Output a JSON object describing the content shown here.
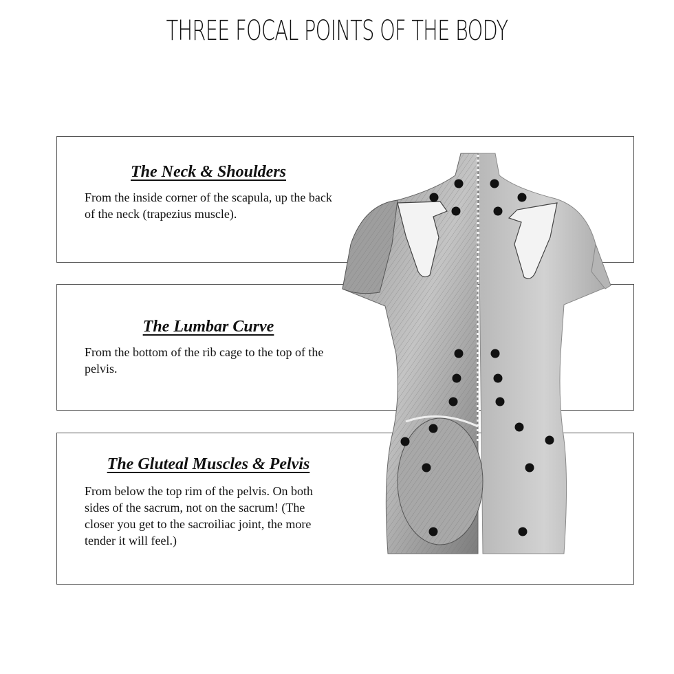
{
  "page": {
    "title": "THREE FOCAL POINTS OF THE BODY"
  },
  "sections": [
    {
      "heading": "The Neck & Shoulders",
      "body": "From the inside corner of the scapula, up the back of the neck (trapezius muscle)."
    },
    {
      "heading": "The Lumbar Curve",
      "body": "From the bottom of the rib cage to the top of the pelvis."
    },
    {
      "heading": "The Gluteal Muscles & Pelvis",
      "body": "From below the top rim of the pelvis. On both sides of the sacrum, not on the sacrum! (The closer you get to the sacroiliac joint, the more tender it will feel.)"
    }
  ],
  "figure": {
    "subject": "back-anatomy-illustration",
    "marker_color": "#111111",
    "skin_color": "#c9c9c9",
    "muscle_color": "#8a8a8a"
  }
}
